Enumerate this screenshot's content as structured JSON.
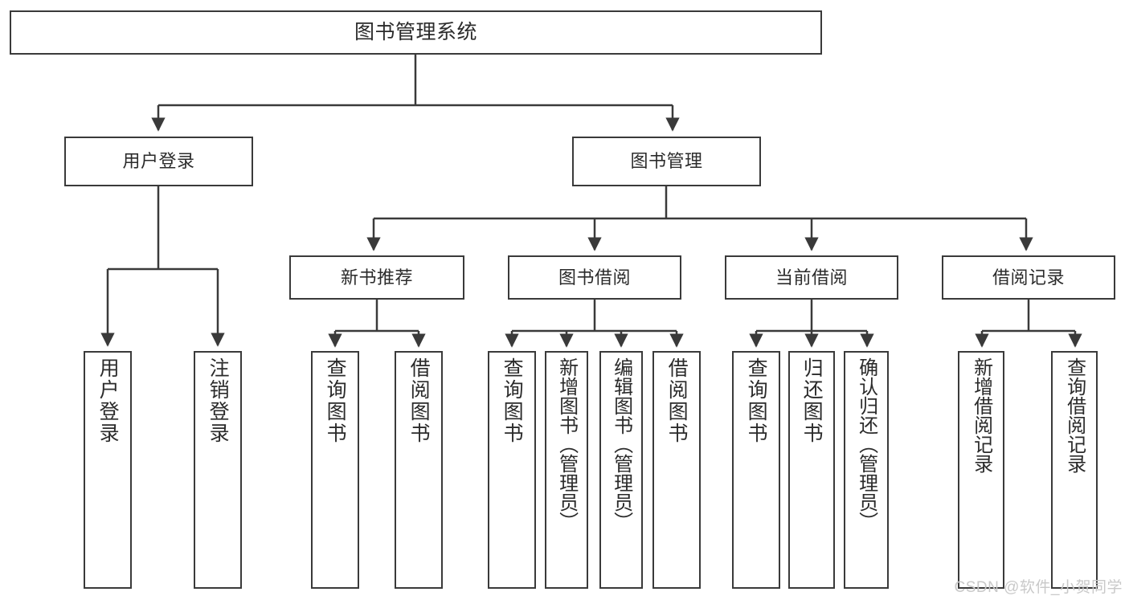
{
  "diagram": {
    "type": "tree",
    "title": "图书管理系统",
    "watermark": "CSDN @软件_小贺同学",
    "colors": {
      "stroke": "#3a3a3a",
      "fill": "#ffffff",
      "text": "#2b2b2b",
      "watermark": "#c9c9c9"
    },
    "root": {
      "label": "图书管理系统"
    },
    "level2": [
      {
        "label": "用户登录"
      },
      {
        "label": "图书管理"
      }
    ],
    "level3": [
      {
        "label": "新书推荐"
      },
      {
        "label": "图书借阅"
      },
      {
        "label": "当前借阅"
      },
      {
        "label": "借阅记录"
      }
    ],
    "leaves": {
      "user_login": [
        {
          "label": "用户登录"
        },
        {
          "label": "注销登录"
        }
      ],
      "new_book": [
        {
          "label": "查询图书"
        },
        {
          "label": "借阅图书"
        }
      ],
      "book_borrow": [
        {
          "label": "查询图书"
        },
        {
          "label": "新增图书（管理员）"
        },
        {
          "label": "编辑图书（管理员）"
        },
        {
          "label": "借阅图书"
        }
      ],
      "current_borrow": [
        {
          "label": "查询图书"
        },
        {
          "label": "归还图书"
        },
        {
          "label": "确认归还（管理员）"
        }
      ],
      "borrow_record": [
        {
          "label": "新增借阅记录"
        },
        {
          "label": "查询借阅记录"
        }
      ]
    }
  }
}
